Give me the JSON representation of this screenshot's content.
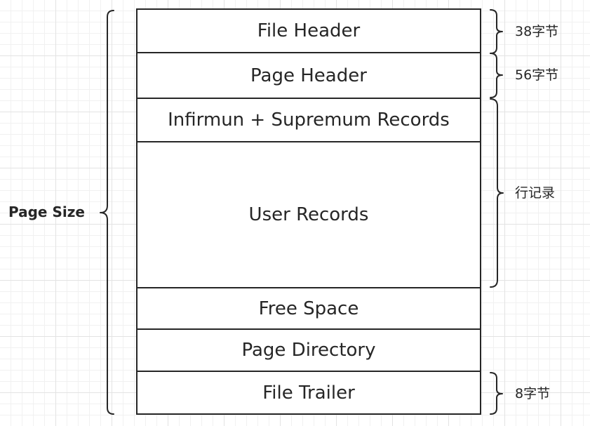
{
  "diagram": {
    "total_label": "Page Size",
    "sections": [
      {
        "name": "file-header",
        "label": "File Header"
      },
      {
        "name": "page-header",
        "label": "Page Header"
      },
      {
        "name": "infimum-supremum",
        "label": "Infirmun + Supremum Records"
      },
      {
        "name": "user-records",
        "label": "User Records"
      },
      {
        "name": "free-space",
        "label": "Free Space"
      },
      {
        "name": "page-directory",
        "label": "Page Directory"
      },
      {
        "name": "file-trailer",
        "label": "File Trailer"
      }
    ],
    "annotations": [
      {
        "name": "file-header-size",
        "label": "38字节"
      },
      {
        "name": "page-header-size",
        "label": "56字节"
      },
      {
        "name": "row-records",
        "label": "行记录"
      },
      {
        "name": "file-trailer-size",
        "label": "8字节"
      }
    ],
    "colors": {
      "stroke": "#262626",
      "box_fill": "#ffffff",
      "grid": "#e3e3e3"
    }
  }
}
